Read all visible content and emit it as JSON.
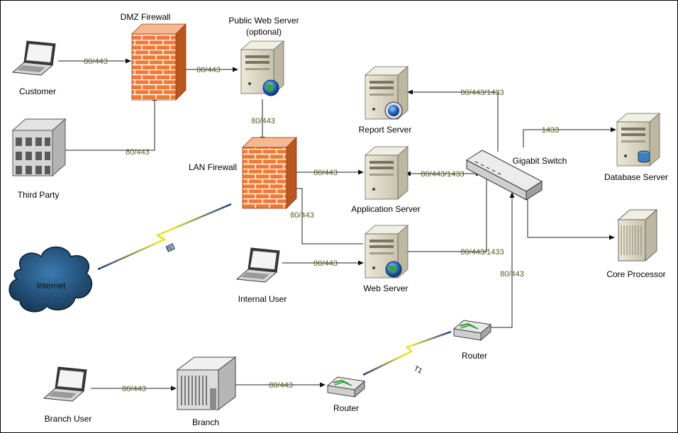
{
  "nodes": {
    "customer": "Customer",
    "dmz_firewall": "DMZ Firewall",
    "public_web_server": "Public Web Server",
    "public_web_server_sub": "(optional)",
    "third_party": "Third Party",
    "lan_firewall": "LAN Firewall",
    "report_server": "Report Server",
    "application_server": "Application Server",
    "web_server": "Web Server",
    "gigabit_switch": "Gigabit Switch",
    "database_server": "Database Server",
    "core_processor": "Core Processor",
    "internal_user": "Internal User",
    "internet": "Internet",
    "router_hq": "Router",
    "router_branch": "Router",
    "branch_user": "Branch User",
    "branch": "Branch"
  },
  "ports": {
    "customer_dmz": "80/443",
    "dmz_public": "80/443",
    "third_party_dmz": "80/443",
    "public_lan": "80/443",
    "lan_app": "80/443",
    "lan_web": "80/443",
    "switch_report": "80/443/1433",
    "app_switch": "80/443/1433",
    "web_switch": "80/443/1433",
    "switch_db": "1433",
    "internal_web": "80/443",
    "router_switch": "80/443",
    "branchuser_branch": "80/443",
    "branch_router": "80/443"
  },
  "links": {
    "t1_internet": "T1",
    "t1_branch": "T1"
  },
  "colors": {
    "firewall": "#f07a35",
    "server": "#e6e1cf",
    "lightning": "#e8e22a",
    "cloud": "#1f4766",
    "port_text": "#5a5a1e"
  }
}
